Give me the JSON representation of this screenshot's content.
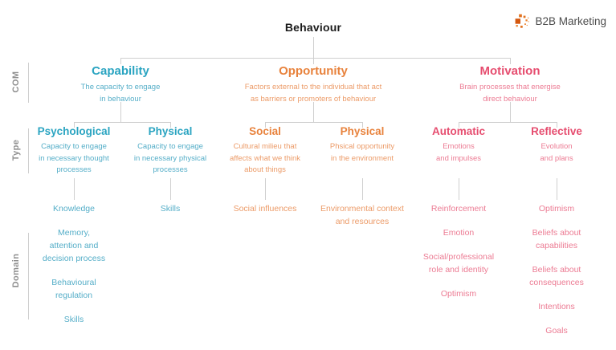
{
  "title": "Behaviour",
  "logo": {
    "text": "B2B Marketing",
    "icon": "dotted-circle-logo-icon",
    "icon_color": "#DD5F13",
    "text_color": "#4C4C4C"
  },
  "rows": {
    "com_label": "COM",
    "type_label": "Type",
    "domain_label": "Domain"
  },
  "colors": {
    "teal_heading": "#2AA4C1",
    "teal_text": "#55AEC8",
    "orange_heading": "#E8823C",
    "orange_text": "#EC9B68",
    "pink_heading": "#E64D6F",
    "pink_text": "#EC7B93",
    "connector_line": "#CFCFCF",
    "side_label_gray": "#8F8F8F",
    "behaviour_black": "#1B1B1B"
  },
  "com": [
    {
      "title": "Capability",
      "description": "The capacity to engage\nin behaviour"
    },
    {
      "title": "Opportunity",
      "description": "Factors external to the individual that act\nas barriers or promoters of behaviour"
    },
    {
      "title": "Motivation",
      "description": "Brain processes that energise\ndirect behaviour"
    }
  ],
  "types": [
    {
      "title": "Psychological",
      "description": "Capacity to engage\nin necessary thought\nprocesses"
    },
    {
      "title": "Physical",
      "description": "Capacity to engage\nin necessary physical\nprocesses"
    },
    {
      "title": "Social",
      "description": "Cultural milieu that\naffects what we think\nabout things"
    },
    {
      "title": "Physical",
      "description": "Phsical opportunity\nin the environment"
    },
    {
      "title": "Automatic",
      "description": "Emotions\nand impulses"
    },
    {
      "title": "Reflective",
      "description": "Evolution\nand plans"
    }
  ],
  "domains": [
    {
      "items": [
        "Knowledge",
        "Memory,\nattention and\ndecision process",
        "Behavioural\nregulation",
        "Skills"
      ]
    },
    {
      "items": [
        "Skills"
      ]
    },
    {
      "items": [
        "Social influences"
      ]
    },
    {
      "items": [
        "Environmental context\nand resources"
      ]
    },
    {
      "items": [
        "Reinforcement",
        "Emotion",
        "Social/professional\nrole and identity",
        "Optimism"
      ]
    },
    {
      "items": [
        "Optimism",
        "Beliefs about\ncapabilities",
        "Beliefs about\nconsequences",
        "Intentions",
        "Goals"
      ]
    }
  ]
}
